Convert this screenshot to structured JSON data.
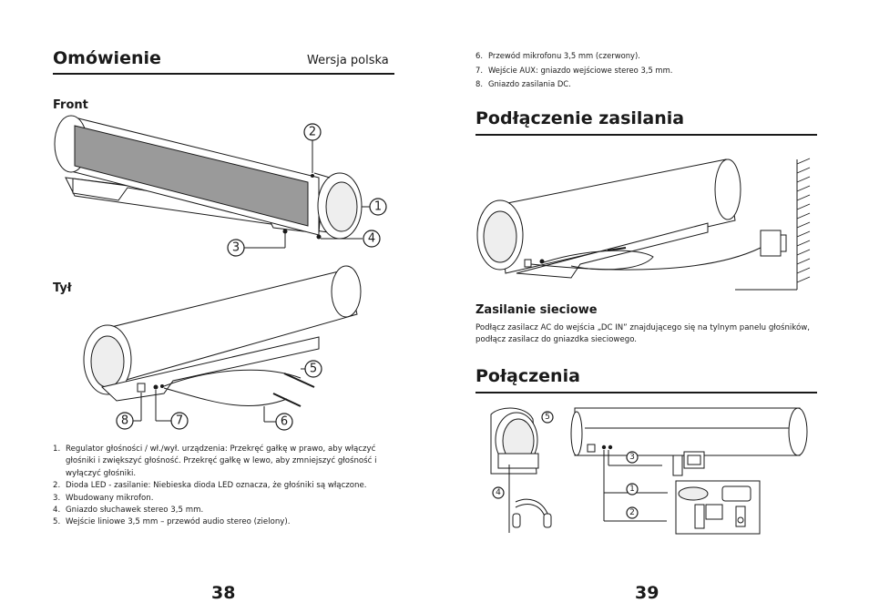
{
  "left_page": {
    "title": "Omówienie",
    "language": "Wersja polska",
    "front_label": "Front",
    "rear_label": "Tył",
    "callouts_front": [
      "1",
      "2",
      "3",
      "4"
    ],
    "callouts_rear": [
      "5",
      "6",
      "7",
      "8"
    ],
    "legend": [
      {
        "num": "1.",
        "text": "Regulator głośności / wł./wył. urządzenia: Przekręć gałkę w prawo, aby włączyć głośniki i zwiększyć głośność. Przekręć gałkę w lewo, aby zmniejszyć głośność i wyłączyć głośniki."
      },
      {
        "num": "2.",
        "text": "Dioda LED - zasilanie: Niebieska dioda LED oznacza, że głośniki są włączone."
      },
      {
        "num": "3.",
        "text": "Wbudowany mikrofon."
      },
      {
        "num": "4.",
        "text": "Gniazdo słuchawek stereo 3,5 mm."
      },
      {
        "num": "5.",
        "text": "Wejście liniowe 3,5 mm – przewód audio stereo (zielony)."
      }
    ],
    "page_number": "38"
  },
  "right_page": {
    "legend_cont": [
      {
        "num": "6.",
        "text": "Przewód mikrofonu 3,5 mm (czerwony)."
      },
      {
        "num": "7.",
        "text": "Wejście AUX: gniazdo wejściowe stereo 3,5 mm."
      },
      {
        "num": "8.",
        "text": "Gniazdo zasilania DC."
      }
    ],
    "power_title": "Podłączenie zasilania",
    "power_subtitle": "Zasilanie sieciowe",
    "power_text": "Podłącz zasilacz AC do wejścia „DC IN” znajdującego się na tylnym panelu głośników, podłącz zasilacz do gniazdka sieciowego.",
    "connections_title": "Połączenia",
    "callouts_connections": [
      "5",
      "4",
      "3",
      "1",
      "2"
    ],
    "page_number": "39"
  }
}
